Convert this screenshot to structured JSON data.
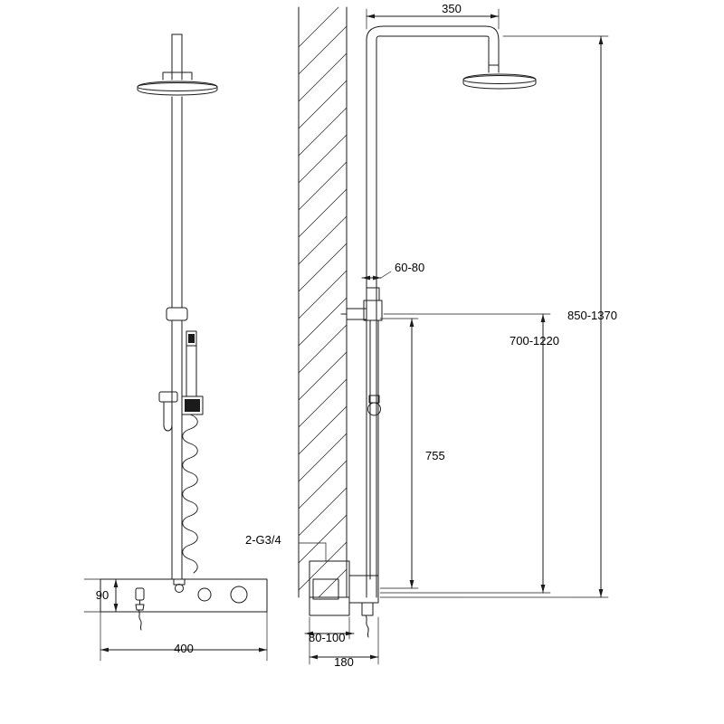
{
  "drawing": {
    "title": "shower-column-technical-drawing",
    "line_color": "#1a1a1a",
    "background": "#ffffff",
    "views": [
      "front-elevation",
      "side-elevation"
    ]
  },
  "dimensions": {
    "front": {
      "base_height": "90",
      "base_width": "400"
    },
    "side": {
      "arm_length": "350",
      "riser_dia": "60-80",
      "overall_range": "850-1370",
      "slide_range": "700-1220",
      "handset_height": "755",
      "inlet_thread": "2-G3/4",
      "valve_depth": "80-100",
      "side_depth": "180"
    }
  },
  "labels": [
    {
      "id": "arm-350",
      "text": "350"
    },
    {
      "id": "riser-60-80",
      "text": "60-80"
    },
    {
      "id": "overall-850-1370",
      "text": "850-1370"
    },
    {
      "id": "slide-700-1220",
      "text": "700-1220"
    },
    {
      "id": "handset-755",
      "text": "755"
    },
    {
      "id": "thread-2-g34",
      "text": "2-G3/4"
    },
    {
      "id": "valve-80-100",
      "text": "80-100"
    },
    {
      "id": "depth-180",
      "text": "180"
    },
    {
      "id": "base-90",
      "text": "90"
    },
    {
      "id": "base-400",
      "text": "400"
    }
  ]
}
